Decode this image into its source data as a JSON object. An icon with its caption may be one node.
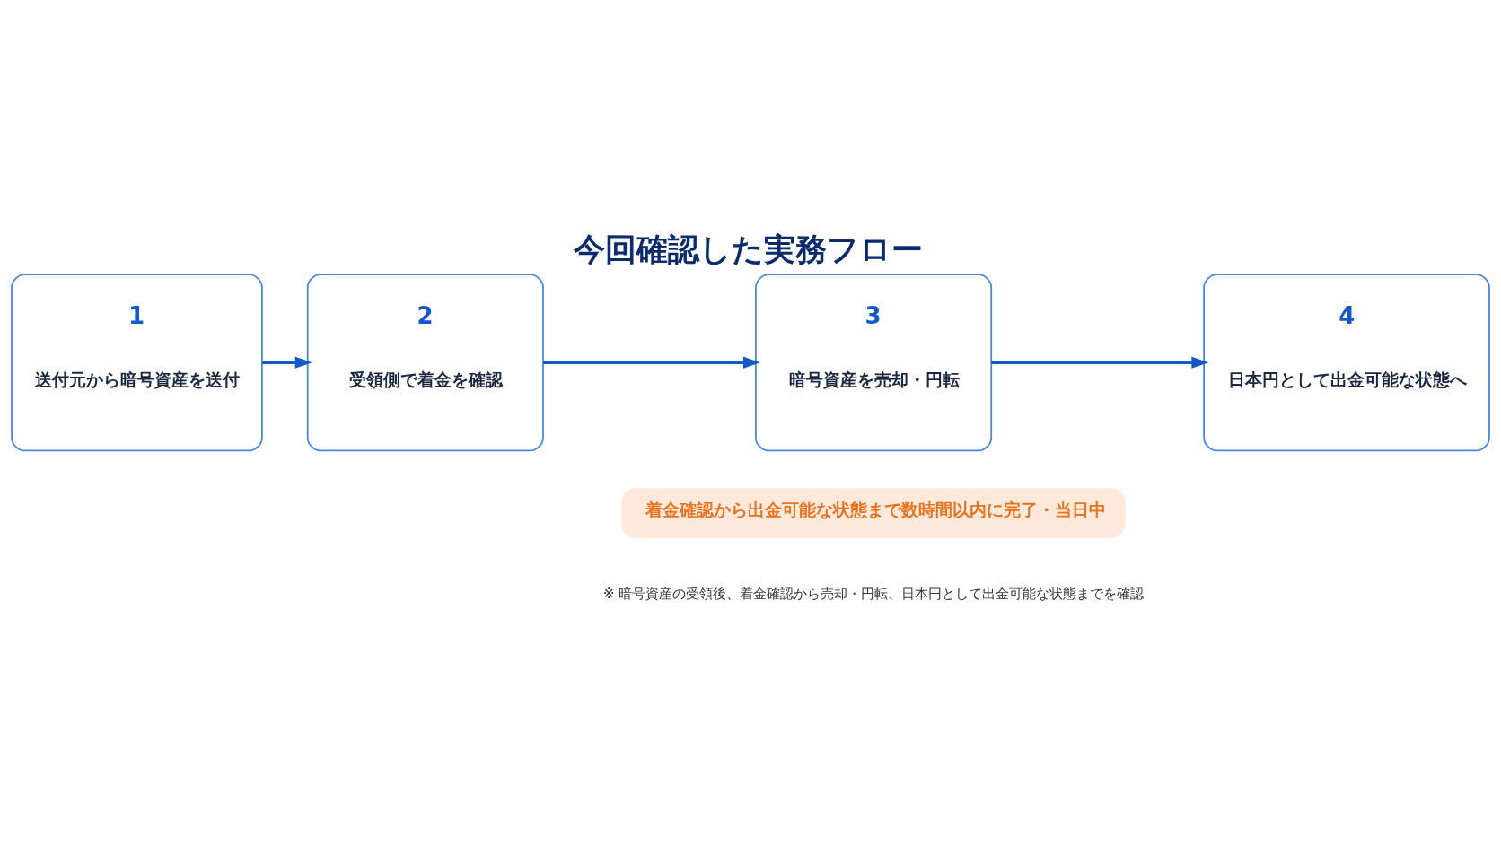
{
  "diagram": {
    "title": "今回確認した実務フロー",
    "caption": "※ 暗号資産の受領後、着金確認から売却・円転、日本円として出金可能な状態までを確認",
    "nodes": [
      {
        "text": [
          "1",
          "送付元から暗号資産を送付"
        ]
      },
      {
        "text": [
          "2",
          "受領側で着金を確認"
        ]
      },
      {
        "text": [
          "3",
          "暗号資産を売却・円転"
        ]
      },
      {
        "text": [
          "4",
          "日本円として出金可能な状態へ"
        ]
      },
      {
        "text": [
          "着金確認から出金可能な状態まで数時間以内に完了・当日中"
        ]
      }
    ],
    "edges": [
      {
        "from": 0,
        "to": 1,
        "arrow": "to"
      },
      {
        "from": 1,
        "to": 2,
        "arrow": "to"
      },
      {
        "from": 2,
        "to": 3,
        "arrow": "to"
      }
    ]
  }
}
